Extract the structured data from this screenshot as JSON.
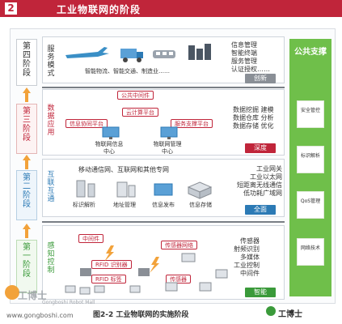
{
  "header": {
    "number": "2",
    "title": "工业物联网的阶段"
  },
  "stages": [
    {
      "lines": [
        "第",
        "四",
        "阶",
        "段"
      ]
    },
    {
      "lines": [
        "第",
        "三",
        "阶",
        "段"
      ]
    },
    {
      "lines": [
        "第",
        "二",
        "阶",
        "段"
      ]
    },
    {
      "lines": [
        "第",
        "一",
        "阶",
        "段"
      ]
    }
  ],
  "layer4": {
    "label": "服务模式",
    "caption": "智能物流、智能交通、制造业……",
    "list": [
      "信息管理",
      "智能终端",
      "服务管理",
      "认证授权……"
    ],
    "tag": "创新"
  },
  "layer3": {
    "label": "数据应用",
    "pills": {
      "middleware": "公共中间件",
      "cloud": "云计算平台",
      "collab": "信息协同平台",
      "decision": "服务支撑平台"
    },
    "centers": [
      "物联网信息中心",
      "物联网管理中心"
    ],
    "list": [
      "数据挖掘 建模",
      "数据仓库 分析",
      "数据存储 优化"
    ],
    "tag": "深度"
  },
  "layer2": {
    "label": "互联互通",
    "caption": "移动通信网、互联网和其他专网",
    "devices": [
      "标识解析",
      "地址管理",
      "信息发布",
      "信息存储"
    ],
    "list": [
      "工业网关",
      "工业以太网",
      "短距离无线通信",
      "低功耗广域网"
    ],
    "tag": "全面"
  },
  "layer1": {
    "label": "感知控制",
    "pills": {
      "middleware": "中间件",
      "rfid_reader": "RFID 识别器",
      "rfid_tag": "RFID 标签",
      "sensor_net": "传感器网络",
      "sensor": "传感器"
    },
    "list": [
      "传感器",
      "射频识别",
      "多媒体",
      "工业控制",
      "中间件"
    ],
    "tag": "智能"
  },
  "support": {
    "title": "公共支撑",
    "items": [
      "安全管控",
      "标识解析",
      "QoS管理",
      "网络技术"
    ]
  },
  "caption": "图2-2 工业物联网的实施阶段",
  "watermark": {
    "brand": "工博士",
    "sub": "Gongboshi Robot Mall",
    "url": "www.gongboshi.com",
    "badge": "工博士"
  },
  "colors": {
    "header": "#c0253a",
    "support": "#6fbf4a",
    "stage3": "#c0253a",
    "stage2": "#2c7ab5",
    "stage1": "#3a9a3a"
  }
}
